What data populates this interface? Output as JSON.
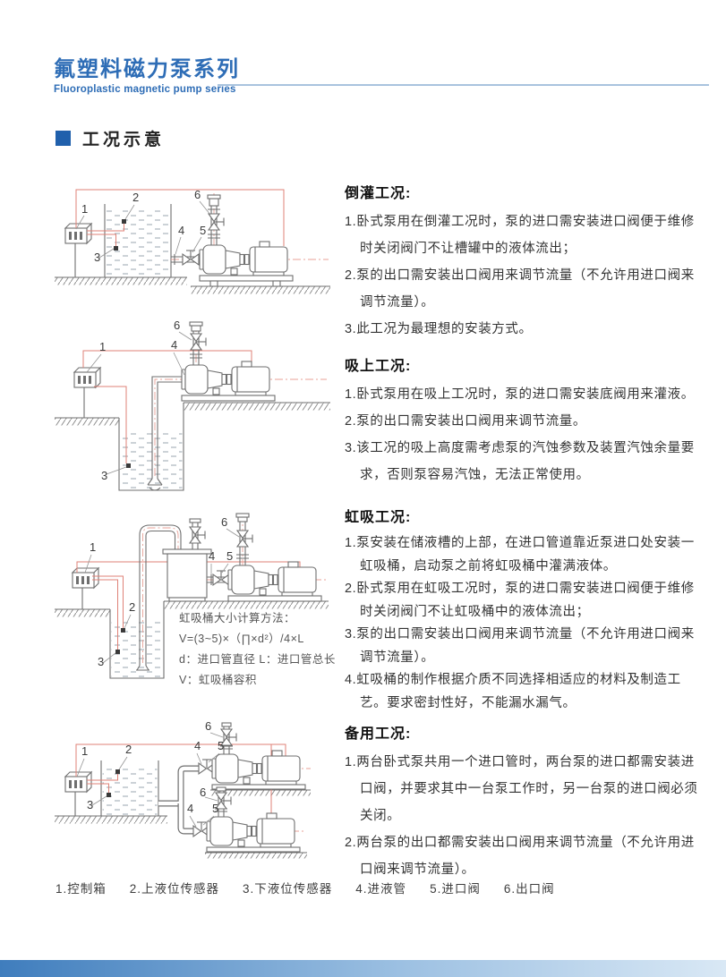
{
  "page": {
    "title_cn": "氟塑料磁力泵系列",
    "title_en": "Fluoroplastic magnetic pump series",
    "section_title": "工况示意"
  },
  "colors": {
    "accent_blue": "#2e6db6",
    "section_square_blue": "#2060ac",
    "wire_red": "#df8277",
    "drawing_gray": "#6f6f6f"
  },
  "sections": [
    {
      "heading": "倒灌工况:",
      "items": [
        "1.卧式泵用在倒灌工况时，泵的进口需安装进口阀便于维修时关闭阀门不让槽罐中的液体流出；",
        "2.泵的出口需安装出口阀用来调节流量（不允许用进口阀来调节流量）。",
        "3.此工况为最理想的安装方式。"
      ]
    },
    {
      "heading": "吸上工况:",
      "items": [
        "1.卧式泵用在吸上工况时，泵的进口需安装底阀用来灌液。",
        "2.泵的出口需安装出口阀用来调节流量。",
        "3.该工况的吸上高度需考虑泵的汽蚀参数及装置汽蚀余量要求，否则泵容易汽蚀，无法正常使用。"
      ]
    },
    {
      "heading": "虹吸工况:",
      "items": [
        "1.泵安装在储液槽的上部，在进口管道靠近泵进口处安装一虹吸桶，启动泵之前将虹吸桶中灌满液体。",
        "2.卧式泵用在虹吸工况时，泵的进口需安装进口阀便于维修时关闭阀门不让虹吸桶中的液体流出；",
        "3.泵的出口需安装出口阀用来调节流量（不允许用进口阀来调节流量）。",
        "4.虹吸桶的制作根据介质不同选择相适应的材料及制造工艺。要求密封性好，不能漏水漏气。"
      ]
    },
    {
      "heading": "备用工况:",
      "items": [
        "1.两台卧式泵共用一个进口管时，两台泵的进口都需安装进口阀，并要求其中一台泵工作时，另一台泵的进口阀必须关闭。",
        "2.两台泵的出口都需安装出口阀用来调节流量（不允许用进口阀来调节流量）。"
      ]
    }
  ],
  "siphon_formula": {
    "line1": "虹吸桶大小计算方法：",
    "line2": "V=(3~5)×（∏×d²）/4×L",
    "line3": "d：进口管直径  L：进口管总长",
    "line4": "V：虹吸桶容积"
  },
  "legend": [
    "1.控制箱",
    "2.上液位传感器",
    "3.下液位传感器",
    "4.进液管",
    "5.进口阀",
    "6.出口阀"
  ],
  "fig": {
    "n1": "1",
    "n2": "2",
    "n3": "3",
    "n4": "4",
    "n5": "5",
    "n6": "6"
  }
}
